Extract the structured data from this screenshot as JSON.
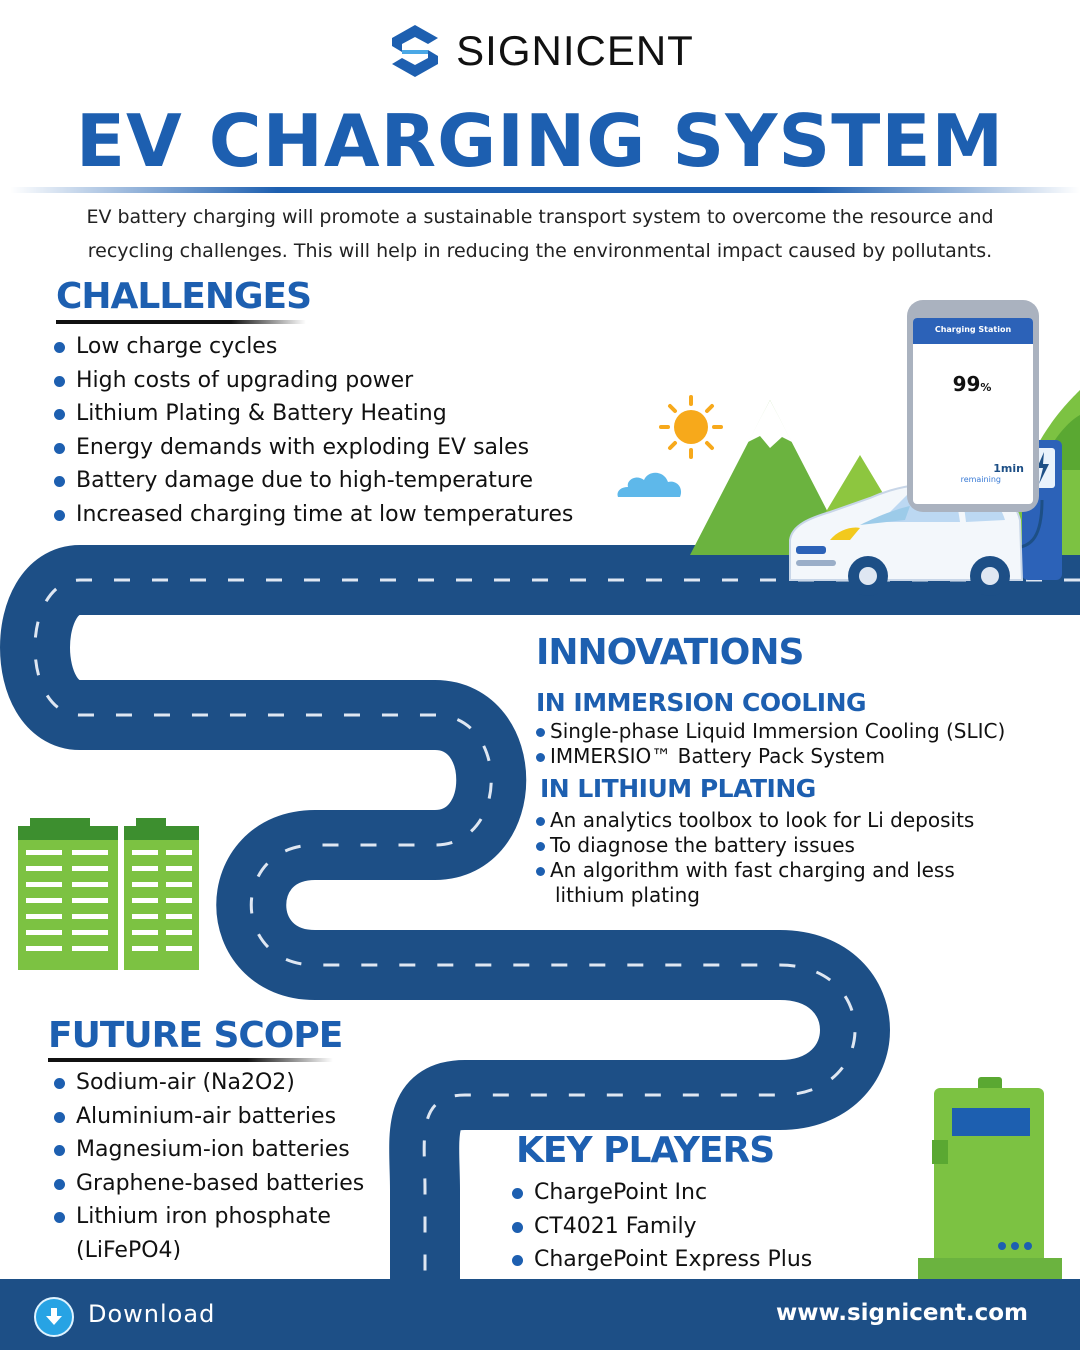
{
  "brand": {
    "name": "SIGNICENT"
  },
  "title": "EV CHARGING SYSTEM",
  "intro": {
    "line1": "EV battery charging will promote a sustainable transport system to overcome the resource and",
    "line2": "recycling challenges. This will help in reducing the environmental impact caused by pollutants."
  },
  "challenges": {
    "title": "CHALLENGES",
    "items": [
      "Low charge cycles",
      "High costs of upgrading power",
      "Lithium Plating & Battery Heating",
      "Energy demands with exploding EV sales",
      "Battery damage due to high-temperature",
      "Increased charging time at low temperatures"
    ]
  },
  "phone": {
    "screen_title": "Charging Station",
    "percent": "99",
    "percent_sign": "%",
    "time": "1min",
    "time_label": "remaining",
    "progress": 0.99
  },
  "innovations": {
    "title": "INNOVATIONS",
    "groups": [
      {
        "title": "IN IMMERSION COOLING",
        "items": [
          "Single-phase Liquid Immersion Cooling (SLIC)",
          "IMMERSIO™ Battery Pack System"
        ]
      },
      {
        "title": "IN LITHIUM PLATING",
        "items": [
          "An analytics toolbox to look for Li deposits",
          "To diagnose the battery issues",
          "An algorithm with fast charging and less",
          "lithium plating"
        ]
      }
    ]
  },
  "future_scope": {
    "title": "FUTURE SCOPE",
    "items": [
      "Sodium-air (Na2O2)",
      "Aluminium-air batteries",
      "Magnesium-ion batteries",
      "Graphene-based batteries",
      "Lithium iron phosphate",
      "(LiFePO4)"
    ]
  },
  "key_players": {
    "title": "KEY PLAYERS",
    "items": [
      "ChargePoint Inc",
      "CT4021 Family",
      "ChargePoint Express Plus"
    ]
  },
  "footer": {
    "download_label": "Download",
    "website": "www.signicent.com"
  },
  "colors": {
    "brand_blue": "#1d5fb0",
    "road": "#1d4f86",
    "green": "#7cc242",
    "footer": "#1d4f86"
  },
  "icons": [
    "signicent-logo-icon",
    "sun-icon",
    "cloud-icon",
    "mountain-icon",
    "phone-icon",
    "car-icon",
    "charging-station-icon",
    "battery-icon",
    "charger-icon",
    "download-icon"
  ]
}
